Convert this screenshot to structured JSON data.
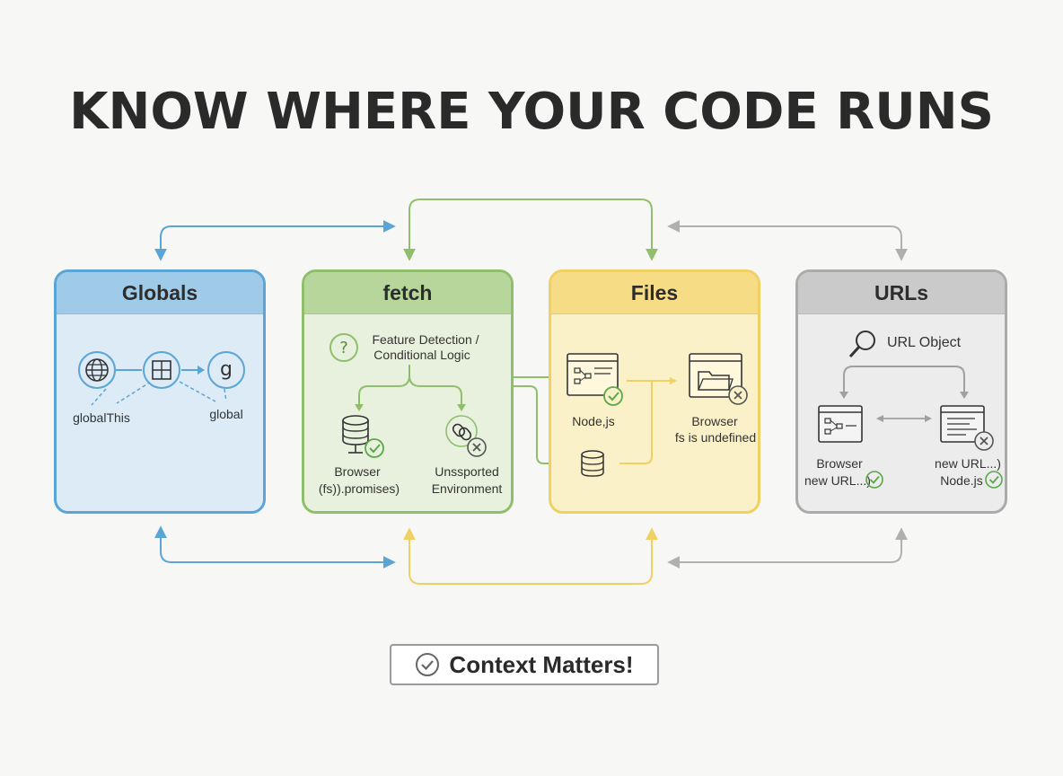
{
  "title": "KNOW WHERE YOUR CODE RUNS",
  "panels": {
    "globals": {
      "title": "Globals",
      "left_label": "globalThis",
      "right_label": "global"
    },
    "fetch": {
      "title": "fetch",
      "question_line1": "Feature Detection /",
      "question_line2": "Conditional Logic",
      "left_line1": "Browser",
      "left_line2": "(fs)).promises)",
      "right_line1": "Unssported",
      "right_line2": "Environment"
    },
    "files": {
      "title": "Files",
      "left_label": "Node,js",
      "right_line1": "Browser",
      "right_line2": "fs is undefined"
    },
    "urls": {
      "title": "URLs",
      "top_label": "URL Object",
      "left_line1": "Browser",
      "left_line2": "new URL...)",
      "right_line1": "new URL...)",
      "right_line2": "Node.js"
    }
  },
  "footer": {
    "badge_text": "Context Matters!"
  },
  "colors": {
    "blue": "#5aa5d6",
    "green": "#8fbf6d",
    "yellow": "#f0cf63",
    "gray": "#ababab",
    "check": "#5aa84a"
  }
}
